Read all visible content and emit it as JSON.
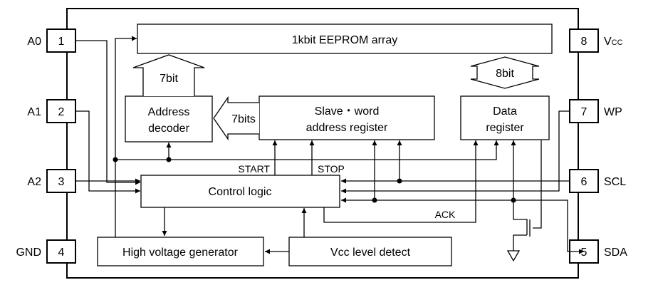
{
  "pins": {
    "a0": {
      "number": "1",
      "name": "A0"
    },
    "a1": {
      "number": "2",
      "name": "A1"
    },
    "a2": {
      "number": "3",
      "name": "A2"
    },
    "gnd": {
      "number": "4",
      "name": "GND"
    },
    "vcc": {
      "number": "8",
      "name_main": "V",
      "name_sub": "CC"
    },
    "wp": {
      "number": "7",
      "name": "WP"
    },
    "scl": {
      "number": "6",
      "name": "SCL"
    },
    "sda": {
      "number": "5",
      "name": "SDA"
    }
  },
  "blocks": {
    "eeprom_array": "1kbit EEPROM array",
    "address_decoder_line1": "Address",
    "address_decoder_line2": "decoder",
    "slave_register_line1": "Slave・word",
    "slave_register_line2": "address register",
    "data_register_line1": "Data",
    "data_register_line2": "register",
    "control_logic": "Control logic",
    "hv_generator": "High voltage generator",
    "vcc_detect": "Vcc level detect"
  },
  "buses": {
    "decoder_to_array": "7bit",
    "data_to_array": "8bit",
    "slave_to_decoder": "7bits"
  },
  "signals": {
    "start": "START",
    "stop": "STOP",
    "ack": "ACK"
  }
}
